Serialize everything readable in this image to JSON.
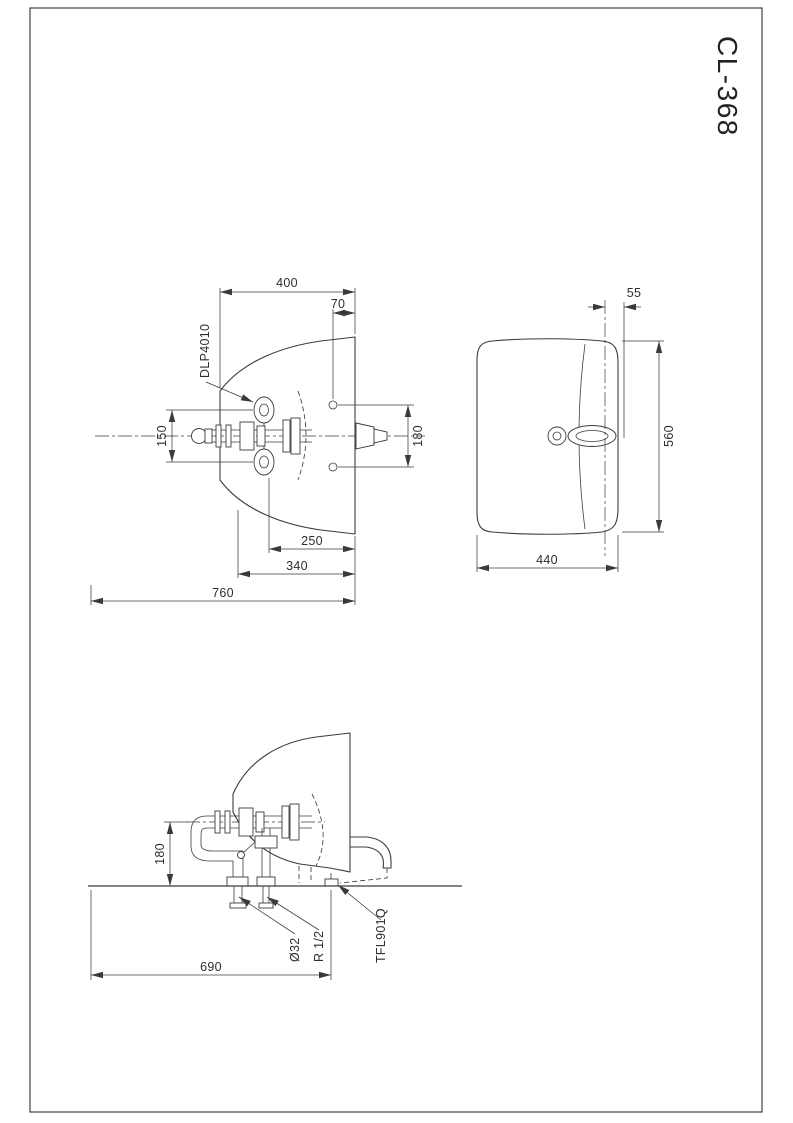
{
  "sheet": {
    "title": "CL-368"
  },
  "plan_view": {
    "dim_400": "400",
    "dim_70": "70",
    "label_drain_fitting": "DLP4010",
    "dim_150": "150",
    "dim_180": "180",
    "dim_250": "250",
    "dim_340": "340",
    "dim_760": "760"
  },
  "side_view": {
    "dim_55": "55",
    "dim_560": "560",
    "dim_440": "440"
  },
  "elevation_view": {
    "dim_180": "180",
    "dim_690": "690",
    "label_drain_dia": "Ø32",
    "label_supply_thread": "R 1/2",
    "label_stop_valve": "TFL901Q"
  }
}
